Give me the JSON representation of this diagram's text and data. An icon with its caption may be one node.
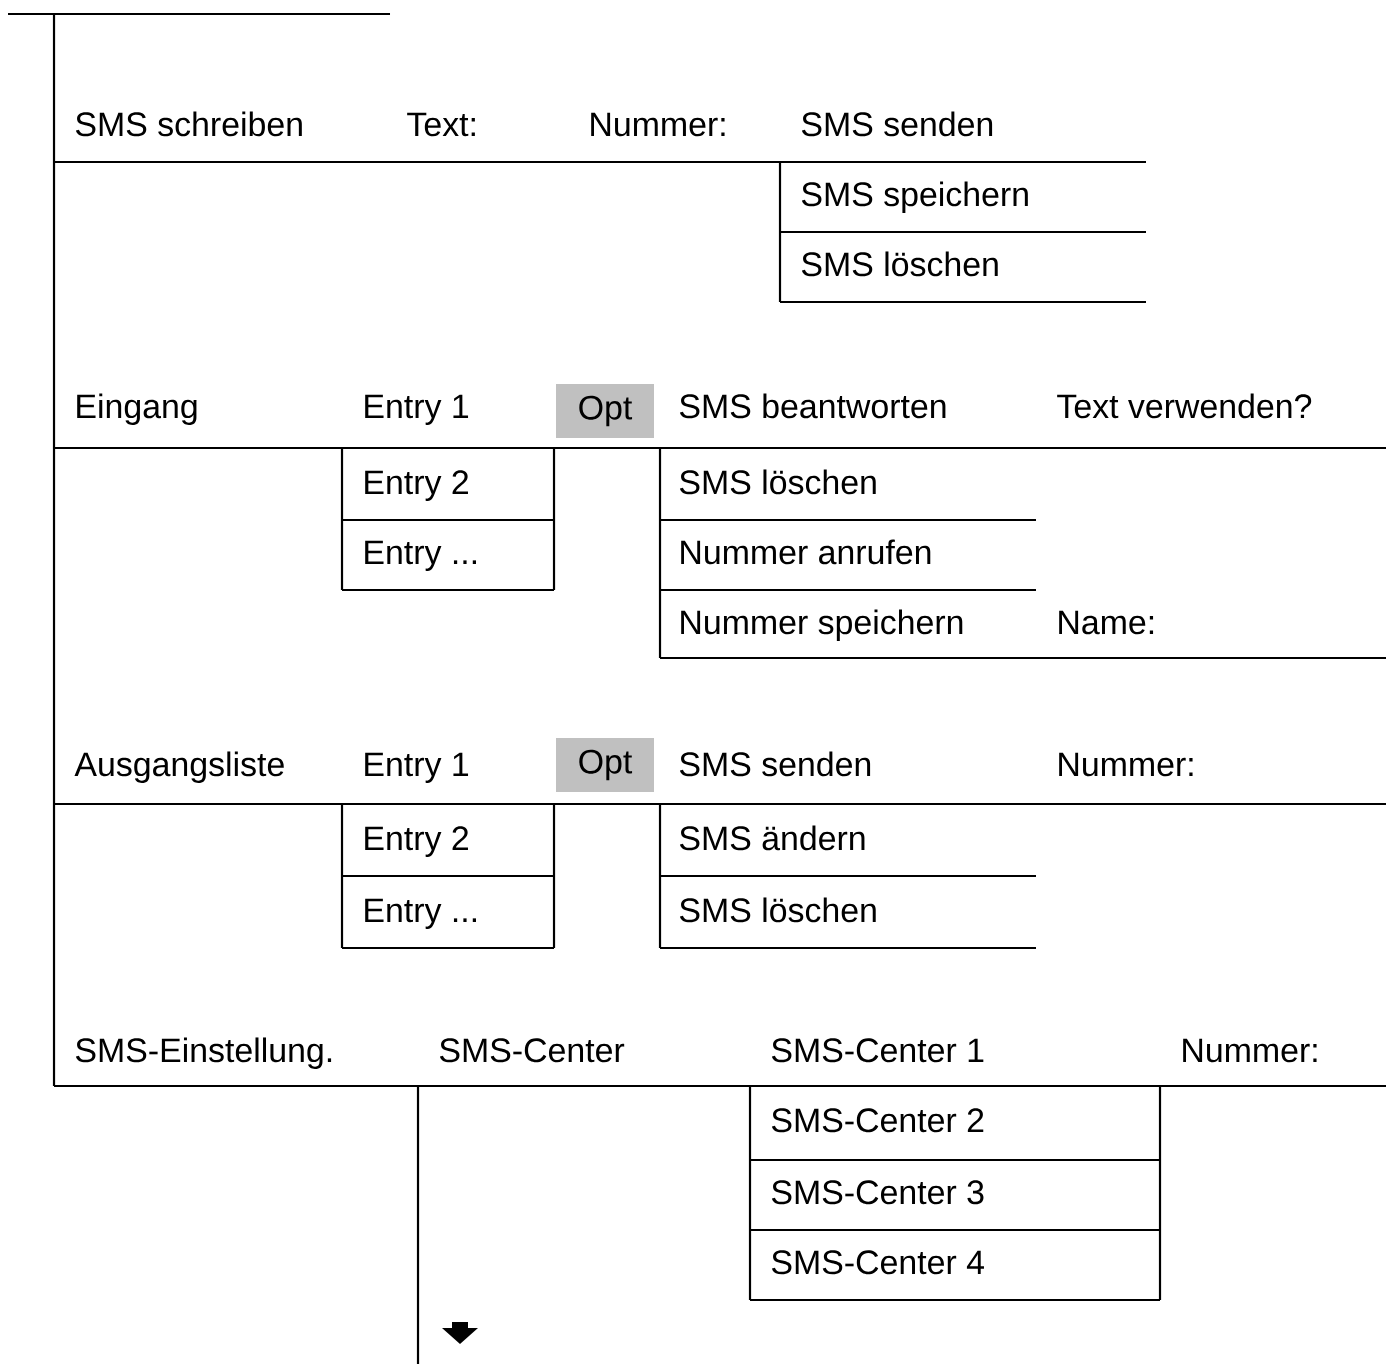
{
  "diagram": {
    "nodes": [
      {
        "text": [
          "Opt"
        ]
      },
      {
        "text": [
          "Opt"
        ]
      }
    ],
    "labels": [
      "SMS schreiben",
      "Text:",
      "Nummer:",
      "SMS senden",
      "SMS speichern",
      "SMS löschen",
      "Eingang",
      "Entry 1",
      "SMS beantworten",
      "Text verwenden?",
      "Entry 2",
      "SMS löschen",
      "Entry ...",
      "Nummer anrufen",
      "Nummer speichern",
      "Name:",
      "Ausgangsliste",
      "Entry 1",
      "SMS senden",
      "Nummer:",
      "Entry 2",
      "SMS ändern",
      "Entry ...",
      "SMS löschen",
      "SMS-Einstellung.",
      "SMS-Center",
      "SMS-Center 1",
      "Nummer:",
      "SMS-Center 2",
      "SMS-Center 3",
      "SMS-Center 4"
    ]
  }
}
